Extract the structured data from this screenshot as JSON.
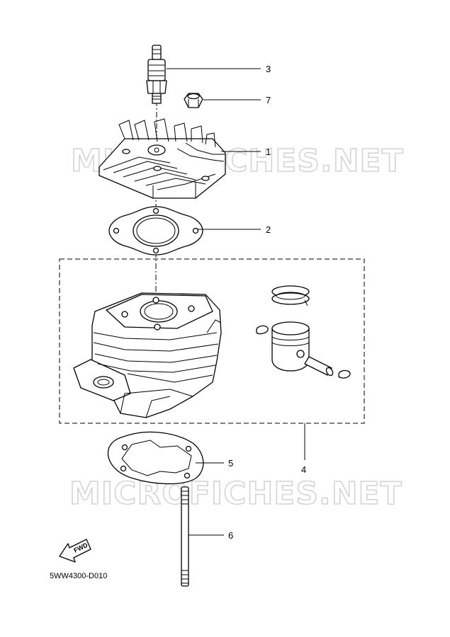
{
  "watermarks": [
    "MICROFICHES.NET",
    "MICROFICHES.NET"
  ],
  "callouts": {
    "cylinder_head": "1",
    "head_gasket": "2",
    "spark_plug": "3",
    "cylinder_kit": "4",
    "base_gasket": "5",
    "stud_bolt": "6",
    "nut": "7"
  },
  "fwd_label": "FWD",
  "diagram_code": "5WW4300-D010"
}
